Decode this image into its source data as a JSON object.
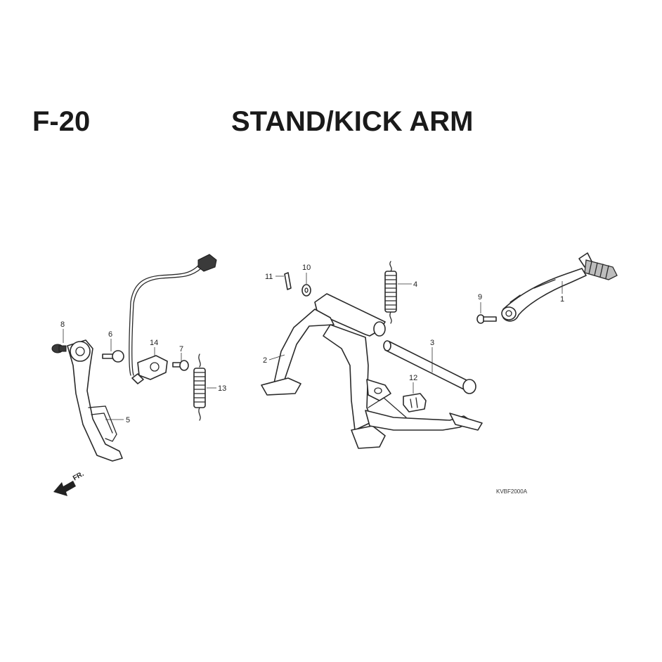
{
  "header": {
    "section_code": "F-20",
    "title": "STAND/KICK ARM"
  },
  "diagram": {
    "reference_code": "KVBF2000A",
    "direction_label": "FR.",
    "callouts": [
      "1",
      "2",
      "3",
      "4",
      "5",
      "6",
      "7",
      "8",
      "9",
      "10",
      "11",
      "12",
      "13",
      "14"
    ]
  }
}
